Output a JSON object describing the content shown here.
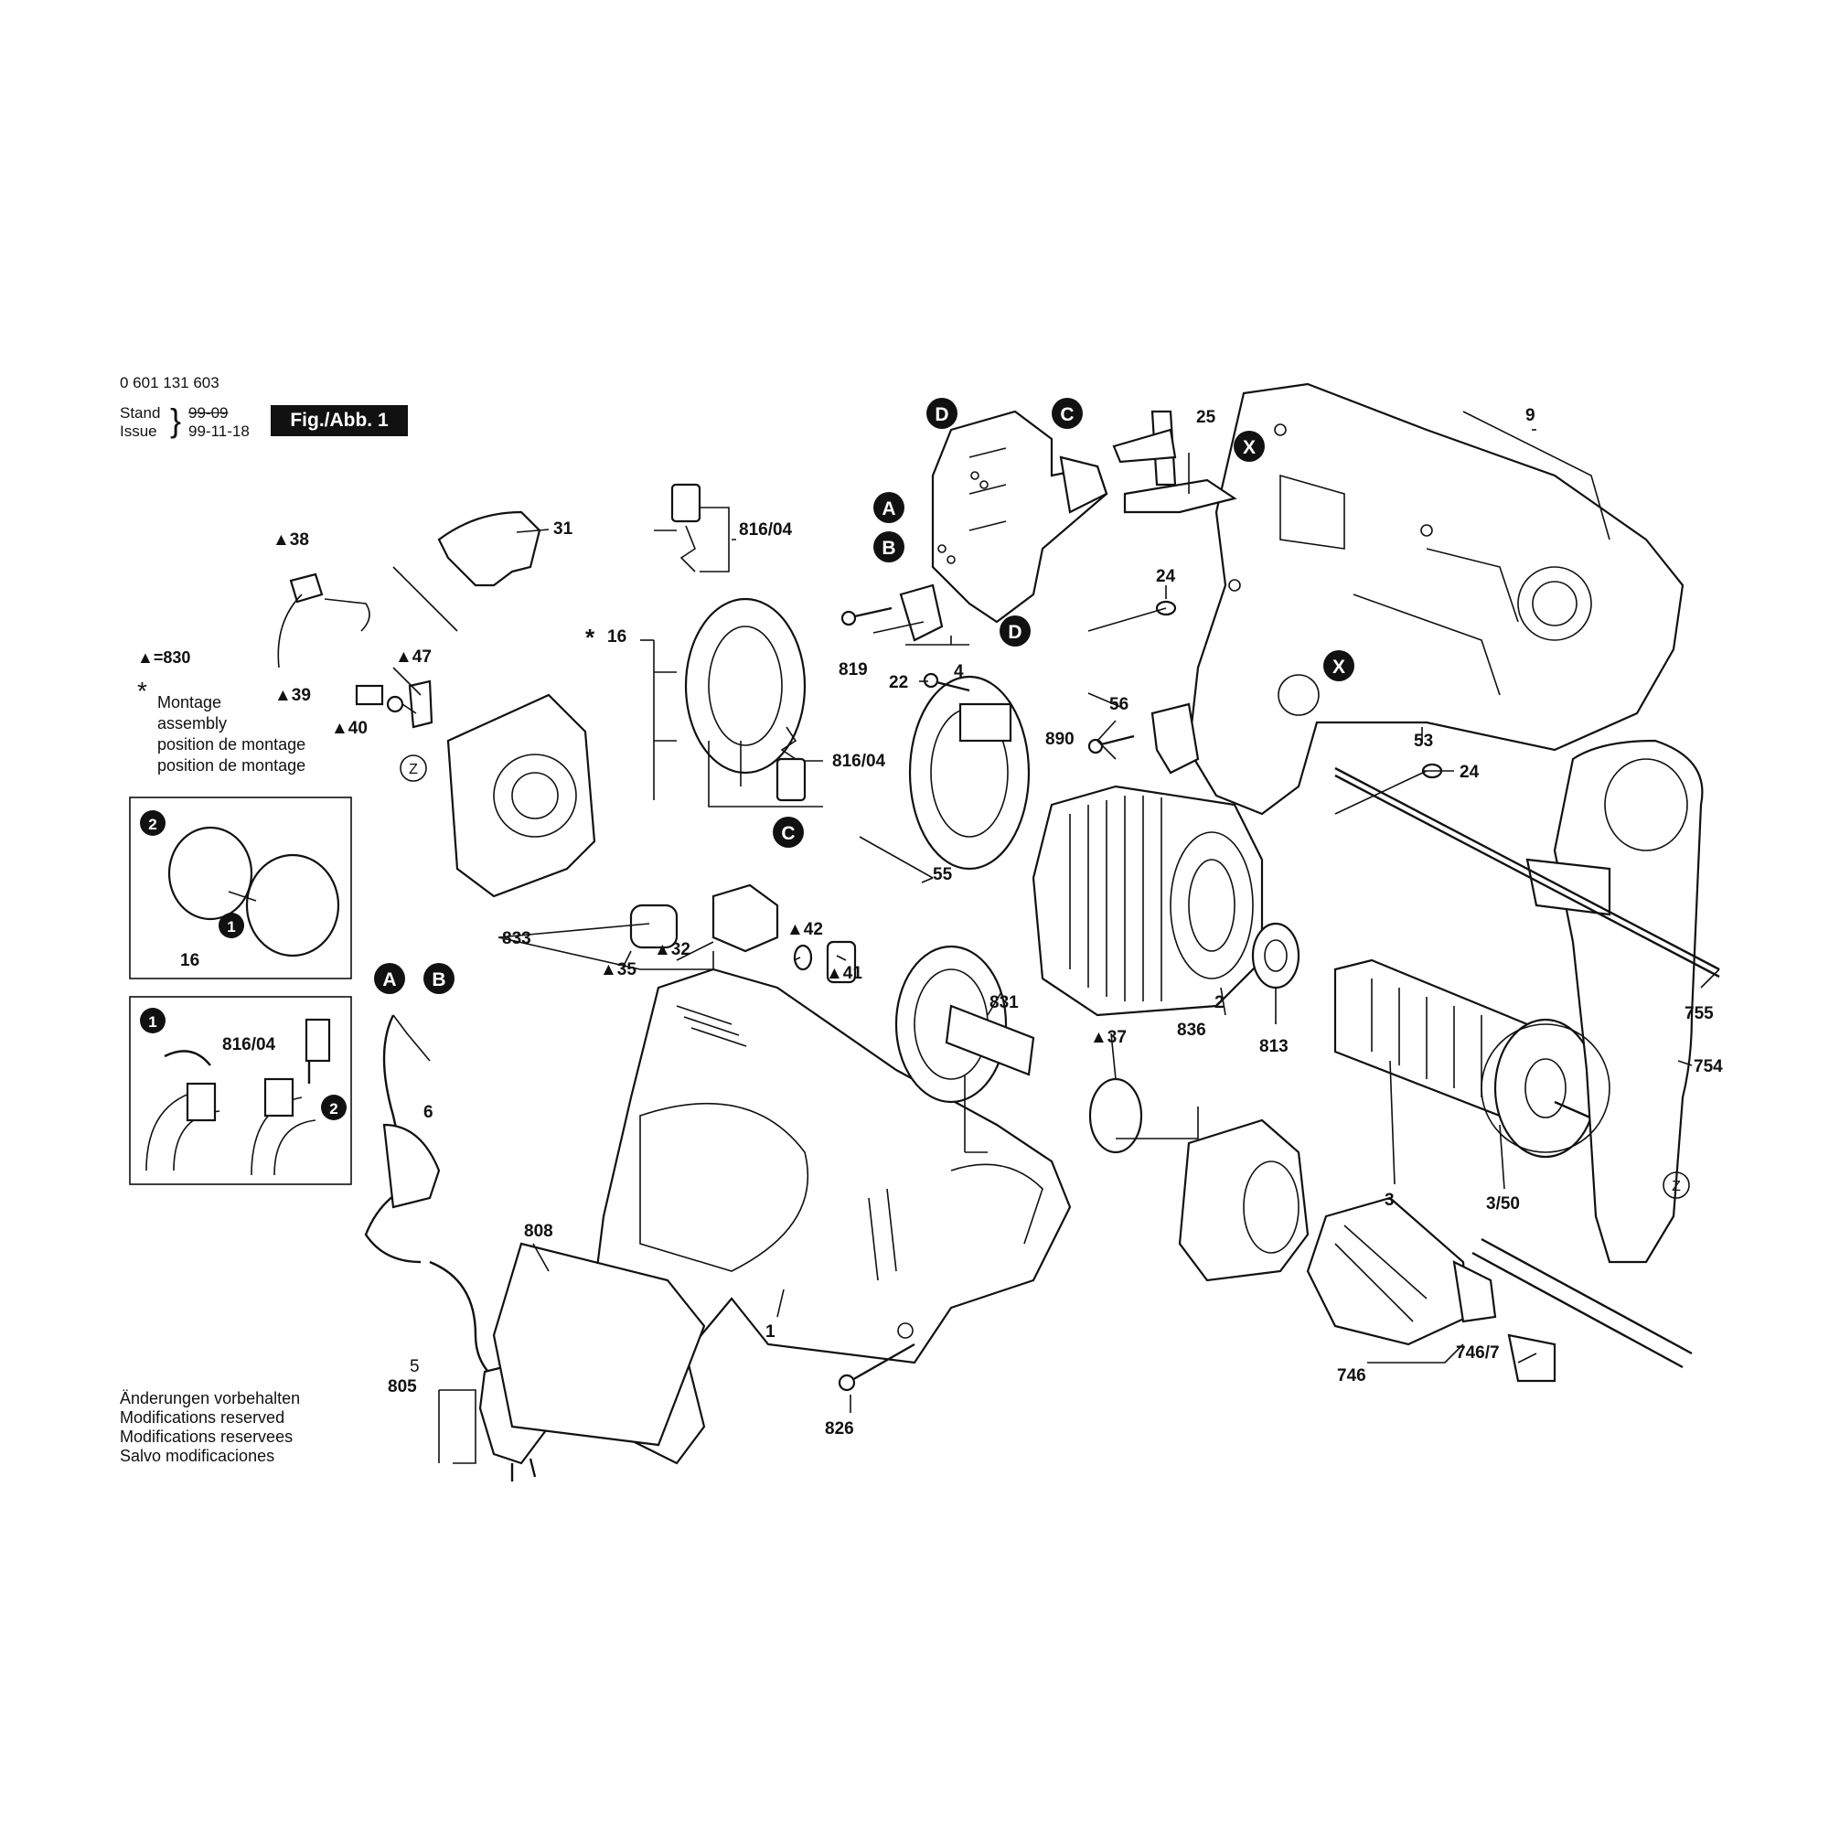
{
  "header": {
    "part_number": "0 601 131 603",
    "stand_label": "Stand",
    "issue_label": "Issue",
    "stand_value_struck": "99-09",
    "issue_value": "99-11-18",
    "figure_label": "Fig./Abb. 1"
  },
  "legend": {
    "triangle_note": "▲=830",
    "star_symbol": "*",
    "assembly_lines": [
      "Montage",
      "assembly",
      "position de montage",
      "position de montage"
    ]
  },
  "notes": [
    "Änderungen vorbehalten",
    "Modifications reserved",
    "Modifications reservees",
    "Salvo modificaciones"
  ],
  "callouts": {
    "p38": "▲38",
    "p31": "31",
    "p816_04_top": "816/04",
    "p16": "16",
    "p16_star": "*",
    "p816_04_mid": "816/04",
    "p830": "▲=830",
    "p47": "▲47",
    "p39": "▲39",
    "p40": "▲40",
    "p25": "25",
    "p9": "9",
    "p24a": "24",
    "p24b": "24",
    "p53": "53",
    "p819": "819",
    "p22": "22",
    "p4": "4",
    "p56": "56",
    "p890": "890",
    "p55": "55",
    "p833": "833",
    "p35": "▲35",
    "p32": "▲32",
    "p42": "▲42",
    "p41": "▲41",
    "p831": "831",
    "p2": "2",
    "p813": "813",
    "p37": "▲37",
    "p836": "836",
    "p3": "3",
    "p3_50": "3/50",
    "p755": "755",
    "p754": "754",
    "p746": "746",
    "p746_7": "746/7",
    "p6": "6",
    "p808": "808",
    "p1": "1",
    "p5": "5",
    "p805": "805",
    "p826": "826",
    "inset1_16": "16",
    "inset2_816_04": "816/04"
  },
  "markers": {
    "A": "A",
    "B": "B",
    "C": "C",
    "D": "D",
    "X": "X",
    "Z": "Z",
    "one": "1",
    "two": "2"
  }
}
